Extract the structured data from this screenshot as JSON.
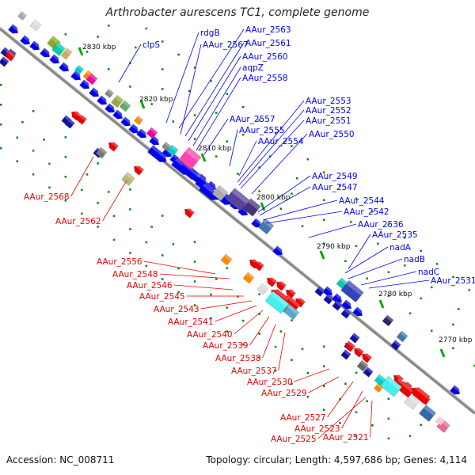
{
  "title": "Arthrobacter aurescens TC1, complete genome",
  "footer": {
    "accession": "Accession: NC_008711",
    "summary": "Topology: circular; Length: 4,597,686 bp; Genes: 4,114"
  },
  "colors": {
    "forward_gene": "#0000ee",
    "reverse_gene": "#ee0000",
    "axis": "#888888",
    "tick": "#008800"
  },
  "kbp_ticks": [
    "2830 kbp",
    "2820 kbp",
    "2810 kbp",
    "2800 kbp",
    "2790 kbp",
    "2780 kbp",
    "2770 kbp"
  ],
  "upper_labels": [
    "clpS",
    "rdgB",
    "AAur_2567",
    "AAur_2563",
    "AAur_2561",
    "AAur_2560",
    "aqpZ",
    "AAur_2558",
    "AAur_2557",
    "AAur_2555",
    "AAur_2554",
    "AAur_2553",
    "AAur_2552",
    "AAur_2551",
    "AAur_2550",
    "AAur_2549",
    "AAur_2547",
    "AAur_2544",
    "AAur_2542",
    "AAur_2536",
    "AAur_2535",
    "nadA",
    "nadB",
    "nadC",
    "AAur_2531"
  ],
  "lower_labels": [
    "AAur_2568",
    "AAur_2562",
    "AAur_2556",
    "AAur_2548",
    "AAur_2546",
    "AAur_2545",
    "AAur_2543",
    "AAur_2541",
    "AAur_2540",
    "AAur_2539",
    "AAur_2538",
    "AAur_2537",
    "AAur_2530",
    "AAur_2529",
    "AAur_2527",
    "AAur_2523",
    "AAur_2525",
    "AAur_2521"
  ]
}
